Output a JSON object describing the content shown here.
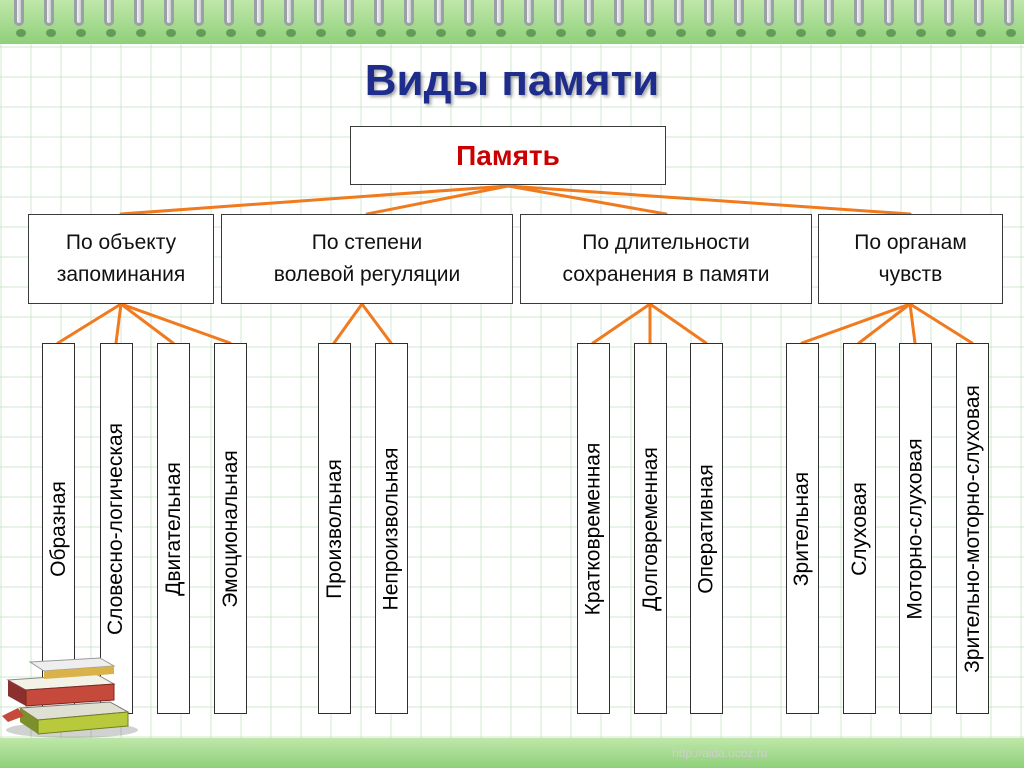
{
  "title": "Виды памяти",
  "root": "Память",
  "categories": [
    {
      "label_line1": "По объекту",
      "label_line2": "запоминания"
    },
    {
      "label_line1": "По степени",
      "label_line2": "волевой регуляции"
    },
    {
      "label_line1": "По длительности",
      "label_line2": "сохранения в памяти"
    },
    {
      "label_line1": "По органам",
      "label_line2": "чувств"
    }
  ],
  "leaves": [
    [
      "Образная",
      "Словесно-логическая",
      "Двигательная",
      "Эмоциональная"
    ],
    [
      "Произвольная",
      "Непроизвольная"
    ],
    [
      "Кратковременная",
      "Долговременная",
      "Оперативная"
    ],
    [
      "Зрительная",
      "Слуховая",
      "Моторно-слуховая",
      "Зрительно-моторно-слуховая"
    ]
  ],
  "watermark": "http://aida.ucoz.ru",
  "colors": {
    "title": "#1e2d8c",
    "root_text": "#cc0000",
    "connector": "#f07a1e",
    "band": "#9fd98a"
  },
  "icons": {
    "spiral": "spiral-binding-ring",
    "books": "stack-of-books-icon"
  }
}
